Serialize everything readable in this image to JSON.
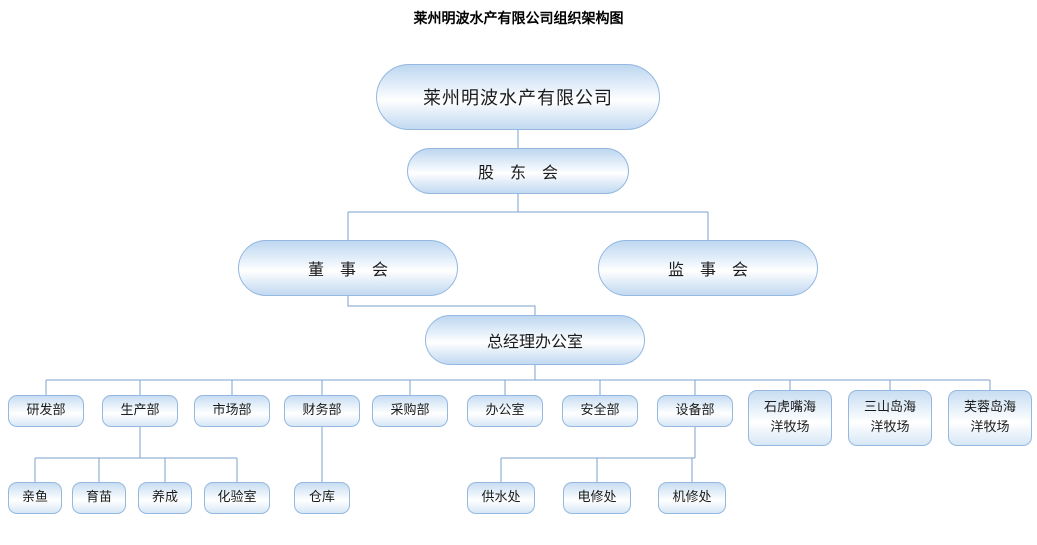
{
  "title": "莱州明波水产有限公司组织架构图",
  "org": {
    "root": "莱州明波水产有限公司",
    "shareholders": "股　东　会",
    "board": "董　事　会",
    "supervisors": "监　事　会",
    "gm_office": "总经理办公室",
    "departments": [
      {
        "label": "研发部"
      },
      {
        "label": "生产部",
        "children": [
          "亲鱼",
          "育苗",
          "养成",
          "化验室"
        ]
      },
      {
        "label": "市场部"
      },
      {
        "label": "财务部",
        "children": [
          "仓库"
        ]
      },
      {
        "label": "采购部"
      },
      {
        "label": "办公室"
      },
      {
        "label": "安全部"
      },
      {
        "label": "设备部",
        "children": [
          "供水处",
          "电修处",
          "机修处"
        ]
      },
      {
        "label": "石虎嘴海\n洋牧场"
      },
      {
        "label": "三山岛海\n洋牧场"
      },
      {
        "label": "芙蓉岛海\n洋牧场"
      }
    ]
  }
}
